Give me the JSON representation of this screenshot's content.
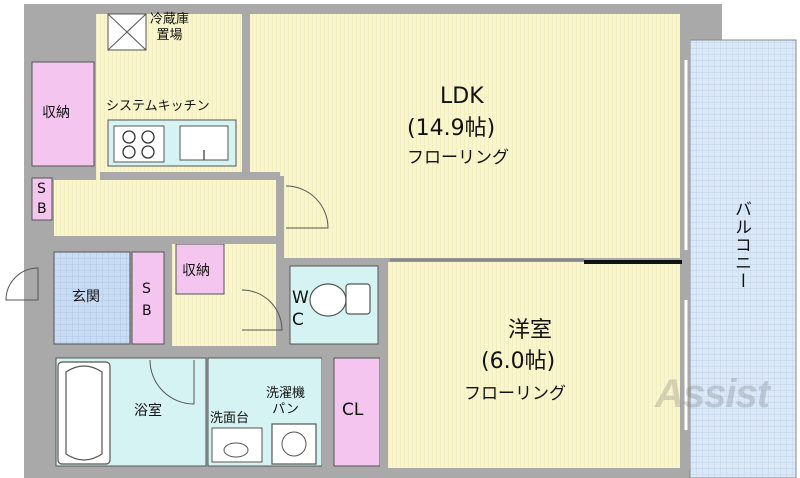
{
  "rooms": {
    "ldk": {
      "name": "LDK",
      "size": "(14.9帖)",
      "floor": "フローリング"
    },
    "western": {
      "name": "洋室",
      "size": "(6.0帖)",
      "floor": "フローリング"
    },
    "balcony": {
      "name": "バルコニー"
    },
    "entrance": {
      "name": "玄関"
    },
    "bath": {
      "name": "浴室"
    },
    "washroom": {
      "name": "洗面台"
    },
    "washer": {
      "name": "洗濯機\nパン"
    },
    "toilet": {
      "line1": "W",
      "line2": "C"
    },
    "closet": {
      "name": "CL"
    },
    "storage_top": {
      "name": "収納"
    },
    "storage_mid": {
      "name": "収納"
    },
    "sb_upper": {
      "line1": "S",
      "line2": "B"
    },
    "sb_lower": {
      "line1": "S",
      "line2": "B"
    },
    "kitchen": {
      "name": "システムキッチン"
    },
    "fridge": {
      "name": "冷蔵庫\n置場"
    }
  },
  "logo": {
    "text": "Assist"
  },
  "colors": {
    "wall": "#a9a9a9",
    "floor": "#f7f3c8",
    "wet": "#d6f3f3",
    "storage": "#f4c6ef",
    "balcony": "#dce9f7",
    "entrance": "#c8dcf2"
  }
}
